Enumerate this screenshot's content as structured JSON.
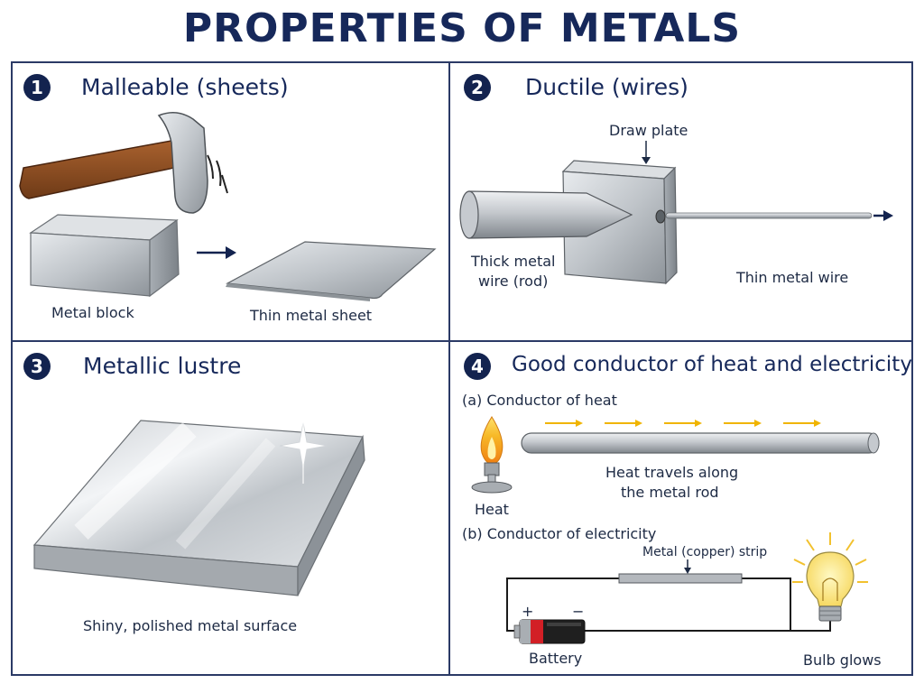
{
  "title": "PROPERTIES OF METALS",
  "panels": [
    {
      "number": "1",
      "title": "Malleable (sheets)",
      "labels": {
        "block": "Metal block",
        "sheet": "Thin metal sheet"
      },
      "icons": [
        "hammer-icon",
        "metal-block",
        "thin-sheet",
        "arrow-right-icon"
      ]
    },
    {
      "number": "2",
      "title": "Ductile (wires)",
      "labels": {
        "draw_plate": "Draw plate",
        "thick_wire_1": "Thick metal",
        "thick_wire_2": "wire (rod)",
        "thin_wire": "Thin metal wire"
      },
      "icons": [
        "rod",
        "draw-plate",
        "wire",
        "arrow-right-icon"
      ]
    },
    {
      "number": "3",
      "title": "Metallic lustre",
      "labels": {
        "surface": "Shiny, polished metal surface"
      },
      "icons": [
        "polished-slab",
        "sparkle-icon"
      ]
    },
    {
      "number": "4",
      "title": "Good conductor of heat and electricity",
      "labels": {
        "heat_heading": "(a) Conductor of heat",
        "heat": "Heat",
        "heat_travel_1": "Heat travels along",
        "heat_travel_2": "the metal rod",
        "elec_heading": "(b) Conductor of electricity",
        "strip": "Metal (copper) strip",
        "plus": "+",
        "minus": "−",
        "battery": "Battery",
        "bulb": "Bulb glows"
      },
      "icons": [
        "flame-icon",
        "metal-rod",
        "heat-arrow-icon",
        "battery-icon",
        "lightbulb-icon"
      ]
    }
  ],
  "colors": {
    "navy": "#16285a",
    "border": "#2b3a66",
    "metal": "#b9bec4",
    "heat_arrow": "#f0b400",
    "flame": "#f5a623",
    "wood": "#8a4b22"
  }
}
